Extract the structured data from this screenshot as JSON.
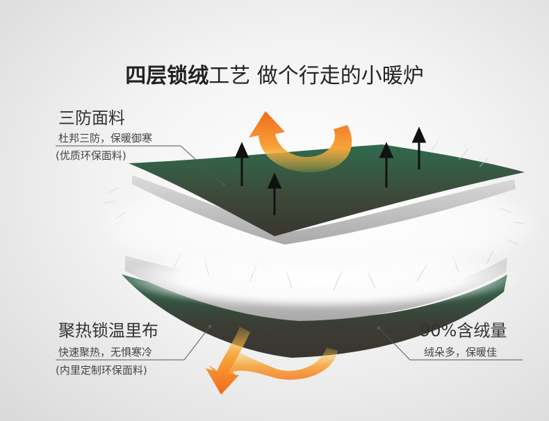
{
  "title": {
    "bold": "四层锁绒",
    "light": "工艺 做个行走的小暖炉"
  },
  "top_layer": {
    "heading": "三防面料",
    "line1": "杜邦三防，保暖御寒",
    "line2": "(优质环保面料)"
  },
  "bottom_layer": {
    "heading": "聚热锁温里布",
    "line1": "快速聚热，无惧寒冷",
    "line2": "(内里定制环保面料)"
  },
  "fill": {
    "heading": "90%含绒量",
    "line1": "绒朵多，保暖佳"
  },
  "colors": {
    "green": "#2f6b4e",
    "dark": "#3a3530",
    "arrow_orange": "#f26a1b",
    "arrow_yellow": "#f7c948"
  }
}
